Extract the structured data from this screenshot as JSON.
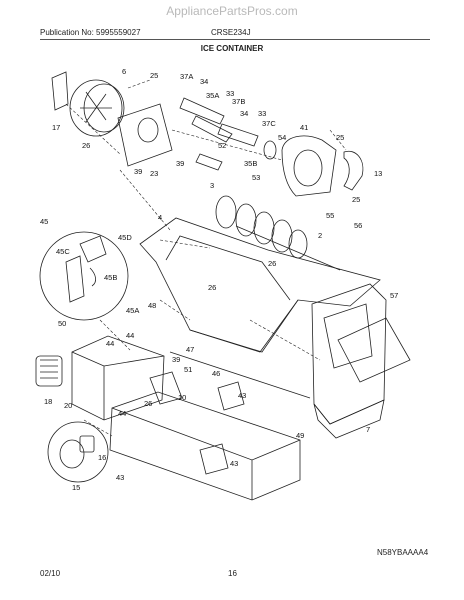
{
  "site": "AppliancePartsPros.com",
  "header": {
    "publication": "Publication No: 5995559027",
    "model": "CRSE234J",
    "title": "ICE CONTAINER"
  },
  "footer": {
    "code": "N58YBAAAA4",
    "date": "02/10",
    "page": "16"
  },
  "labels": {
    "p6": "6",
    "p25a": "25",
    "p37A": "37A",
    "p34a": "34",
    "p35A": "35A",
    "p33a": "33",
    "p37B": "37B",
    "p34b": "34",
    "p33b": "33",
    "p37C": "37C",
    "p54": "54",
    "p41": "41",
    "p25b": "25",
    "p17": "17",
    "p26a": "26",
    "p23": "23",
    "p39a": "39",
    "p39b": "39",
    "p52": "52",
    "p35B": "35B",
    "p53": "53",
    "p13": "13",
    "p25c": "25",
    "p55": "55",
    "p56": "56",
    "p3": "3",
    "p4": "4",
    "p2": "2",
    "p45": "45",
    "p45D": "45D",
    "p45C": "45C",
    "p45B": "45B",
    "p45A": "45A",
    "p50": "50",
    "p26b": "26",
    "p26c": "26",
    "p48": "48",
    "p39c": "39",
    "p47": "47",
    "p57": "57",
    "p44a": "44",
    "p44b": "44",
    "p44c": "44",
    "p46": "46",
    "p51": "51",
    "p10": "10",
    "p43a": "43",
    "p43b": "43",
    "p43c": "43",
    "p18": "18",
    "p20": "20",
    "p26d": "26",
    "p49": "49",
    "p7": "7",
    "p16": "16",
    "p15": "15"
  }
}
